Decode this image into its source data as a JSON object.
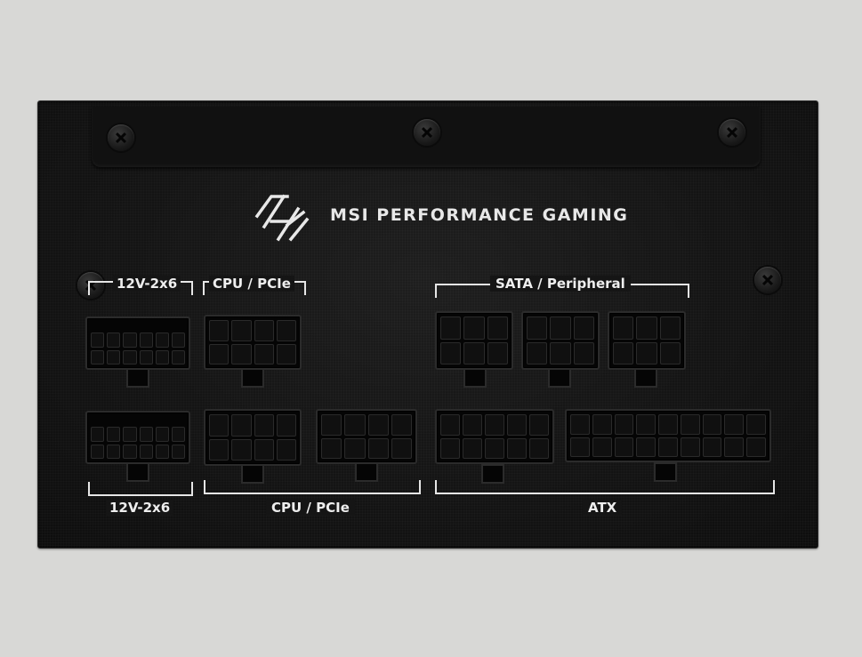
{
  "brand": {
    "name": "MSI PERFORMANCE GAMING"
  },
  "labels": {
    "tl_12v": "12V-2x6",
    "tl_cpu": "CPU / PCIe",
    "sata": "SATA / Peripheral",
    "bl_12v": "12V-2x6",
    "bl_cpu": "CPU / PCIe",
    "atx": "ATX"
  },
  "icons": [
    "msi-performance-gaming-logo",
    "screw-icon"
  ],
  "colors": {
    "background": "#d8d8d6",
    "panel": "#151515",
    "label": "#eeeeee"
  }
}
